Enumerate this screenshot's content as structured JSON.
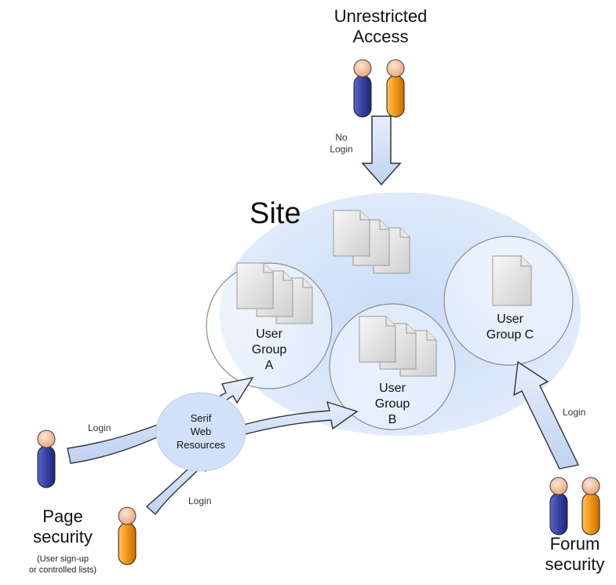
{
  "top": {
    "title_line1": "Unrestricted",
    "title_line2": "Access",
    "arrow_label_line1": "No",
    "arrow_label_line2": "Login"
  },
  "site": {
    "title": "Site"
  },
  "groups": {
    "a": {
      "line1": "User",
      "line2": "Group",
      "line3": "A"
    },
    "b": {
      "line1": "User",
      "line2": "Group",
      "line3": "B"
    },
    "c": {
      "line1": "User",
      "line2": "Group C"
    }
  },
  "serif": {
    "line1": "Serif",
    "line2": "Web",
    "line3": "Resources"
  },
  "page_security": {
    "line1": "Page",
    "line2": "security",
    "note_line1": "(User sign-up",
    "note_line2": "or controlled lists)"
  },
  "forum_security": {
    "line1": "Forum",
    "line2": "security"
  },
  "arrows": {
    "login_left": "Login",
    "login_bottom": "Login",
    "login_right": "Login"
  },
  "colors": {
    "site_fill": "#d6e4f8",
    "circle_fill": "#ffffff",
    "serif_fill": "#d9e6fa",
    "arrow_fill": "#d3e0f7",
    "user_blue": "#2b3590",
    "user_orange": "#f39a1c",
    "head": "#f5cfae"
  }
}
